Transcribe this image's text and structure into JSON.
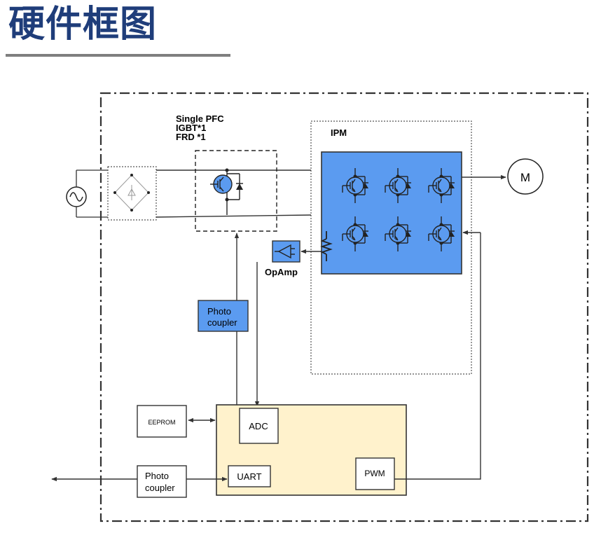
{
  "title": "硬件框图",
  "labels": {
    "pfc_line1": "Single PFC",
    "pfc_line2": "IGBT*1",
    "pfc_line3": "FRD *1",
    "ipm": "IPM",
    "motor": "M",
    "opamp": "OpAmp",
    "photo_coupler_top_1": "Photo",
    "photo_coupler_top_2": "coupler",
    "eeprom": "EEPROM",
    "adc": "ADC",
    "uart": "UART",
    "pwm": "PWM",
    "photo_coupler_bottom_1": "Photo",
    "photo_coupler_bottom_2": "coupler"
  },
  "colors": {
    "title": "#1f3d7a",
    "blue_block": "#5b9bf0",
    "mcu_fill": "#fff2cc"
  }
}
